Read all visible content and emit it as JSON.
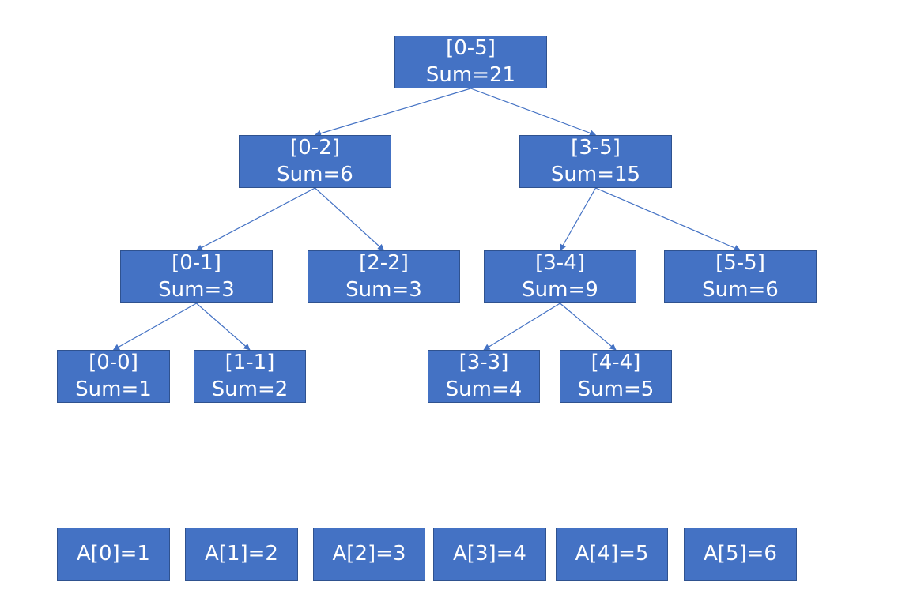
{
  "colors": {
    "node_fill": "#4472c4",
    "node_border": "#2f528f",
    "edge": "#4472c4",
    "text": "#ffffff"
  },
  "tree": {
    "nodes": [
      {
        "id": "n05",
        "range": "[0-5]",
        "sum": "Sum=21"
      },
      {
        "id": "n02",
        "range": "[0-2]",
        "sum": "Sum=6"
      },
      {
        "id": "n35",
        "range": "[3-5]",
        "sum": "Sum=15"
      },
      {
        "id": "n01",
        "range": "[0-1]",
        "sum": "Sum=3"
      },
      {
        "id": "n22",
        "range": "[2-2]",
        "sum": "Sum=3"
      },
      {
        "id": "n34",
        "range": "[3-4]",
        "sum": "Sum=9"
      },
      {
        "id": "n55",
        "range": "[5-5]",
        "sum": "Sum=6"
      },
      {
        "id": "n00",
        "range": "[0-0]",
        "sum": "Sum=1"
      },
      {
        "id": "n11",
        "range": "[1-1]",
        "sum": "Sum=2"
      },
      {
        "id": "n33",
        "range": "[3-3]",
        "sum": "Sum=4"
      },
      {
        "id": "n44",
        "range": "[4-4]",
        "sum": "Sum=5"
      }
    ],
    "edges": [
      {
        "from": "n05",
        "to": "n02"
      },
      {
        "from": "n05",
        "to": "n35"
      },
      {
        "from": "n02",
        "to": "n01"
      },
      {
        "from": "n02",
        "to": "n22"
      },
      {
        "from": "n35",
        "to": "n34"
      },
      {
        "from": "n35",
        "to": "n55"
      },
      {
        "from": "n01",
        "to": "n00"
      },
      {
        "from": "n01",
        "to": "n11"
      },
      {
        "from": "n34",
        "to": "n33"
      },
      {
        "from": "n34",
        "to": "n44"
      }
    ]
  },
  "array": [
    {
      "id": "a0",
      "label": "A[0]=1"
    },
    {
      "id": "a1",
      "label": "A[1]=2"
    },
    {
      "id": "a2",
      "label": "A[2]=3"
    },
    {
      "id": "a3",
      "label": "A[3]=4"
    },
    {
      "id": "a4",
      "label": "A[4]=5"
    },
    {
      "id": "a5",
      "label": "A[5]=6"
    }
  ]
}
